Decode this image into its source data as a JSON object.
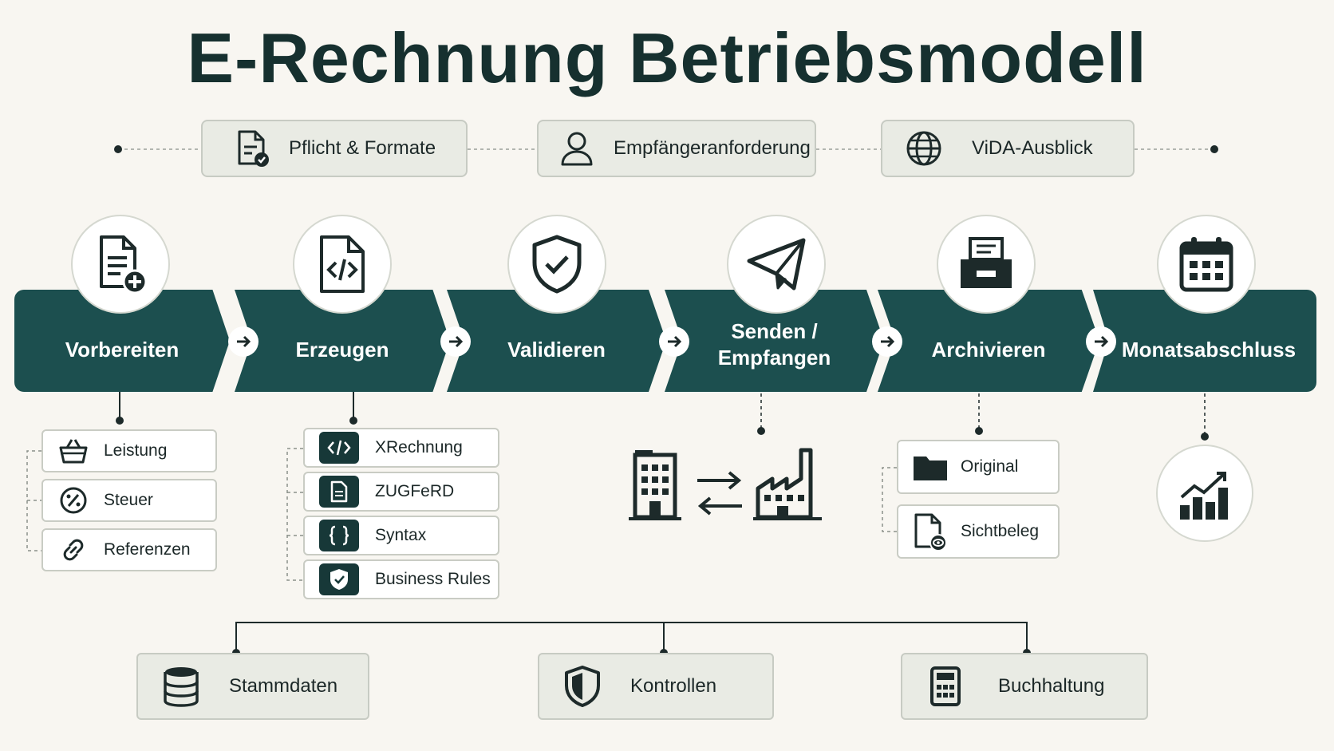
{
  "title": "E-Rechnung Betriebsmodell",
  "top_pills": [
    {
      "label": "Pflicht & Formate",
      "icon": "document-check-icon"
    },
    {
      "label": "Empfängeranforderung",
      "icon": "user-icon"
    },
    {
      "label": "ViDA-Ausblick",
      "icon": "globe-icon"
    }
  ],
  "steps": [
    {
      "label": "Vorbereiten",
      "icon": "document-add-icon"
    },
    {
      "label": "Erzeugen",
      "icon": "code-document-icon"
    },
    {
      "label": "Validieren",
      "icon": "shield-check-icon"
    },
    {
      "label": "Senden /",
      "label2": "Empfangen",
      "icon": "paper-plane-icon"
    },
    {
      "label": "Archivieren",
      "icon": "archive-tray-icon"
    },
    {
      "label": "Monatsabschluss",
      "icon": "calendar-icon"
    }
  ],
  "vorbereiten_items": [
    "Leistung",
    "Steuer",
    "Referenzen"
  ],
  "erzeugen_items": [
    "XRechnung",
    "ZUGFeRD",
    "Syntax",
    "Business Rules"
  ],
  "archivieren_items": [
    "Original",
    "Sichtbeleg"
  ],
  "bottom": [
    {
      "label": "Stammdaten",
      "icon": "database-icon"
    },
    {
      "label": "Kontrollen",
      "icon": "shield-icon"
    },
    {
      "label": "Buchhaltung",
      "icon": "calculator-icon"
    }
  ],
  "colors": {
    "band": "#1c4f4f",
    "background": "#f8f6f1",
    "pill": "#e9ebe4"
  }
}
